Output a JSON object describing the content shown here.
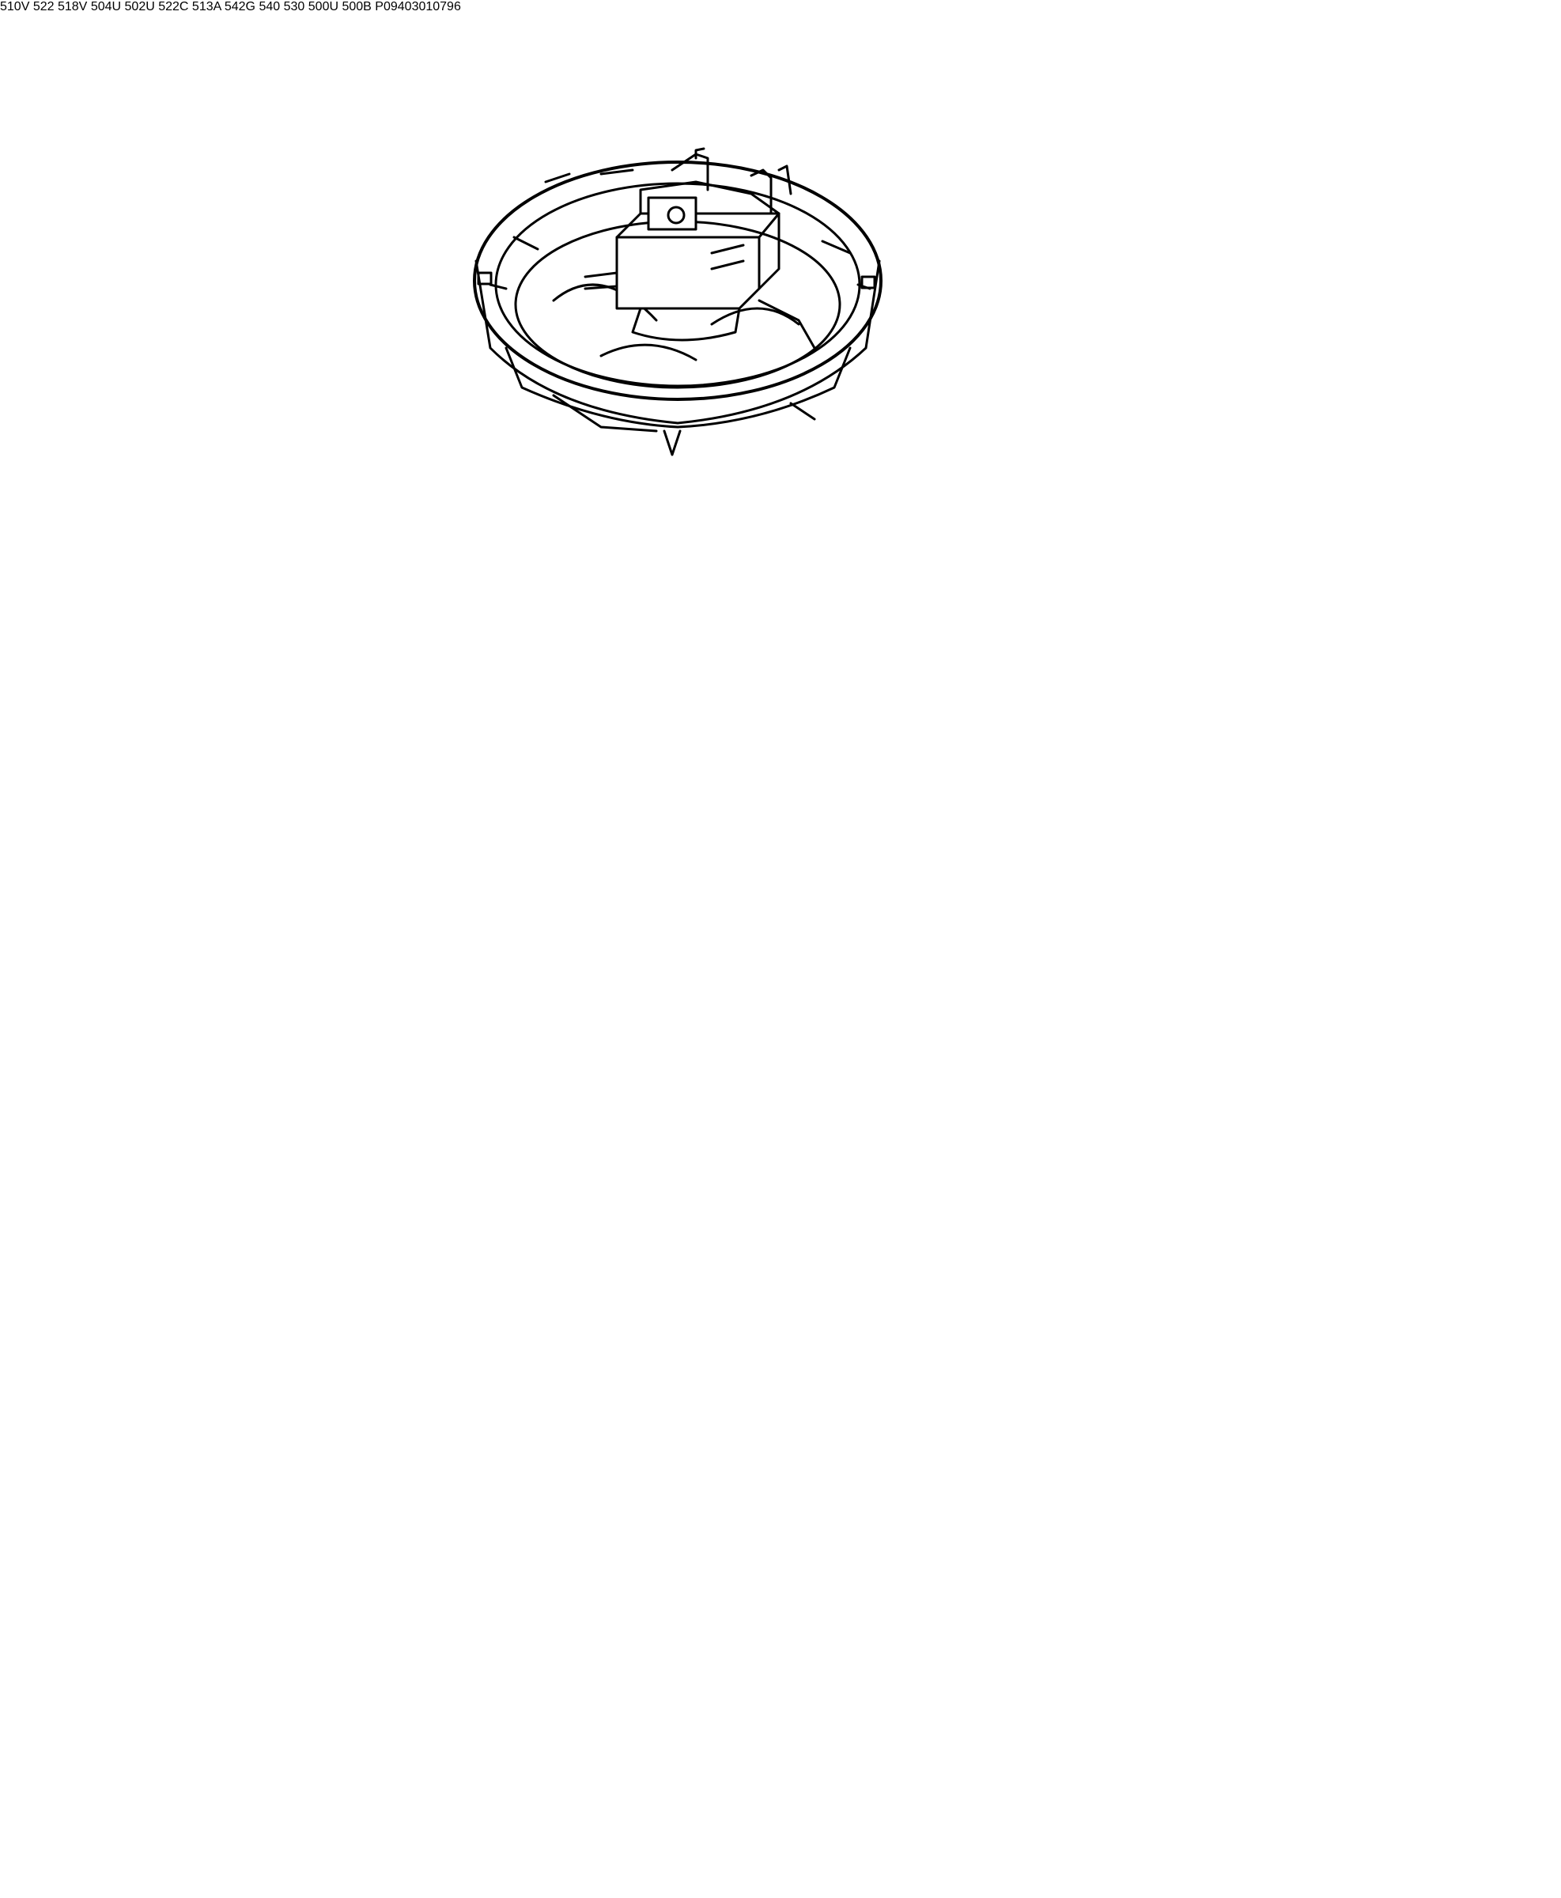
{
  "diagram": {
    "document_number": "P09403010796",
    "parts": [
      {
        "key": "fan_motor",
        "label": "510V"
      },
      {
        "key": "clip",
        "label": "522"
      },
      {
        "key": "thermostat_clip",
        "label": "518V"
      },
      {
        "key": "lamp_cover",
        "label": "504U"
      },
      {
        "key": "lamp_assembly",
        "label": "502U"
      },
      {
        "key": "switch",
        "label": "522C"
      },
      {
        "key": "cap",
        "label": "513A"
      },
      {
        "key": "grommet",
        "label": "542G"
      },
      {
        "key": "pin",
        "label": "540"
      },
      {
        "key": "terminal_block",
        "label": "530"
      },
      {
        "key": "upper_element",
        "label": "500U"
      },
      {
        "key": "bottom_element",
        "label": "500B"
      }
    ]
  }
}
